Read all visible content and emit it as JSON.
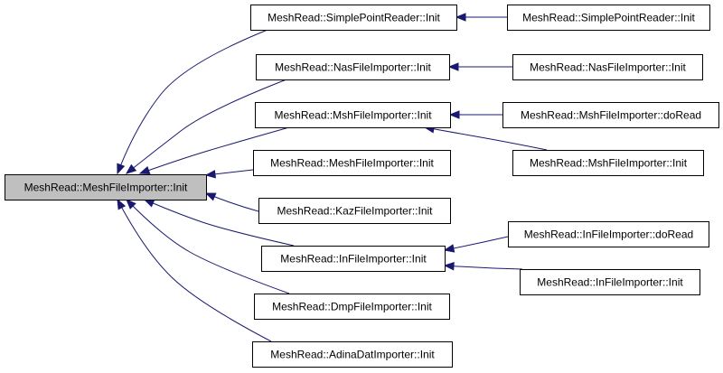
{
  "graph": {
    "nodes": {
      "root": "MeshRead::MeshFileImporter::Init",
      "spr_init": "MeshRead::SimplePointReader::Init",
      "spr_init_2": "MeshRead::SimplePointReader::Init",
      "nas_init": "MeshRead::NasFileImporter::Init",
      "nas_init_2": "MeshRead::NasFileImporter::Init",
      "msh_init": "MeshRead::MshFileImporter::Init",
      "msh_doread": "MeshRead::MshFileImporter::doRead",
      "msh_init_2": "MeshRead::MshFileImporter::Init",
      "mesh_init": "MeshRead::MeshFileImporter::Init",
      "kaz_init": "MeshRead::KazFileImporter::Init",
      "in_init": "MeshRead::InFileImporter::Init",
      "in_doread": "MeshRead::InFileImporter::doRead",
      "in_init_2": "MeshRead::InFileImporter::Init",
      "dmp_init": "MeshRead::DmpFileImporter::Init",
      "adina_init": "MeshRead::AdinaDatImporter::Init"
    },
    "edges": [
      [
        "spr_init",
        "root"
      ],
      [
        "nas_init",
        "root"
      ],
      [
        "msh_init",
        "root"
      ],
      [
        "mesh_init",
        "root"
      ],
      [
        "kaz_init",
        "root"
      ],
      [
        "in_init",
        "root"
      ],
      [
        "dmp_init",
        "root"
      ],
      [
        "adina_init",
        "root"
      ],
      [
        "spr_init_2",
        "spr_init"
      ],
      [
        "nas_init_2",
        "nas_init"
      ],
      [
        "msh_doread",
        "msh_init"
      ],
      [
        "msh_init_2",
        "msh_init"
      ],
      [
        "in_doread",
        "in_init"
      ],
      [
        "in_init_2",
        "in_init"
      ]
    ],
    "colors": {
      "edge": "#191970",
      "root_fill": "#bfbfbf",
      "node_fill": "#ffffff",
      "border": "#000000"
    }
  }
}
